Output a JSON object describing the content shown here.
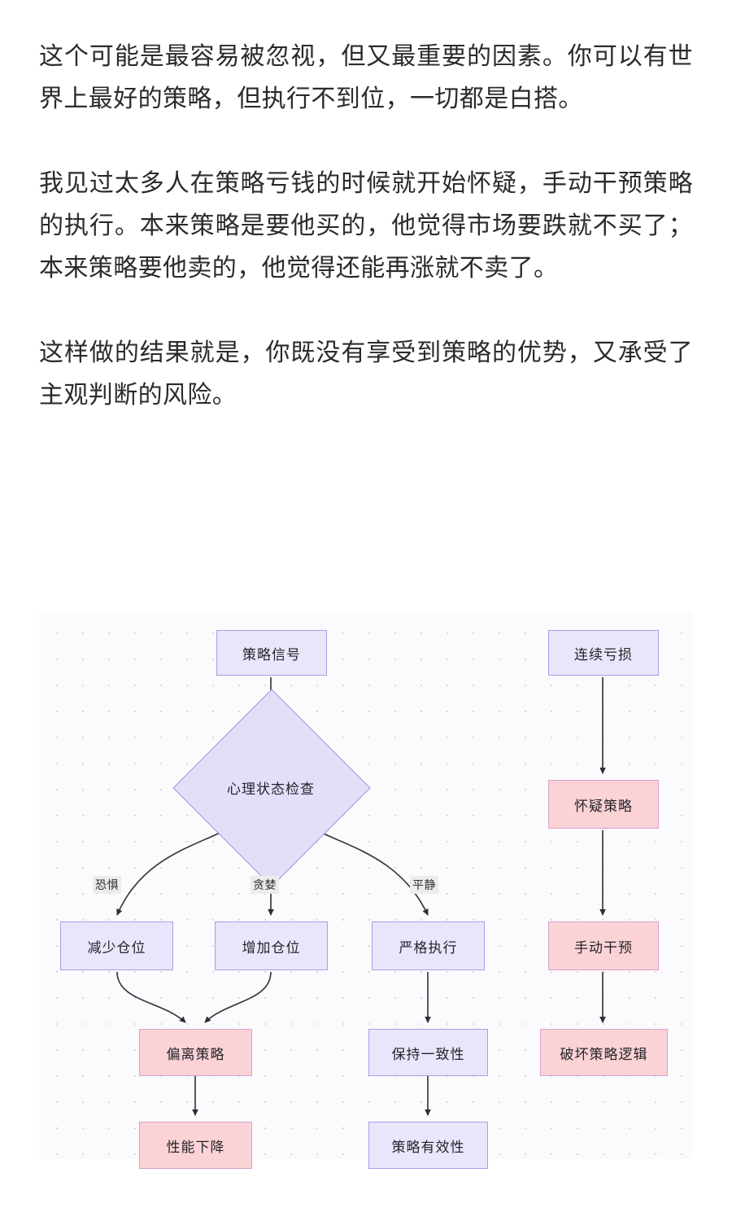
{
  "article": {
    "paragraphs": [
      "这个可能是最容易被忽视，但又最重要的因素。你可以有世界上最好的策略，但执行不到位，一切都是白搭。",
      "我见过太多人在策略亏钱的时候就开始怀疑，手动干预策略的执行。本来策略是要他买的，他觉得市场要跌就不买了；本来策略要他卖的，他觉得还能再涨就不卖了。",
      "这样做的结果就是，你既没有享受到策略的优势，又承受了主观判断的风险。"
    ]
  },
  "diagram": {
    "type": "flowchart",
    "colors": {
      "purple_fill": "#e8e6fb",
      "purple_border": "#a79ee8",
      "pink_fill": "#fbd3d6",
      "pink_border": "#d9a0cd",
      "edge_stroke": "#3a3a40",
      "canvas_bg": "#fbfbfd",
      "dot_color": "#d8d8e2"
    },
    "nodes": [
      {
        "id": "signal",
        "label": "策略信号",
        "shape": "rect",
        "style": "purple"
      },
      {
        "id": "psych_check",
        "label": "心理状态检查",
        "shape": "diamond",
        "style": "purple"
      },
      {
        "id": "reduce",
        "label": "减少仓位",
        "shape": "rect",
        "style": "purple"
      },
      {
        "id": "increase",
        "label": "增加仓位",
        "shape": "rect",
        "style": "purple"
      },
      {
        "id": "strict",
        "label": "严格执行",
        "shape": "rect",
        "style": "purple"
      },
      {
        "id": "deviate",
        "label": "偏离策略",
        "shape": "rect",
        "style": "pink"
      },
      {
        "id": "consistent",
        "label": "保持一致性",
        "shape": "rect",
        "style": "purple"
      },
      {
        "id": "perf_drop",
        "label": "性能下降",
        "shape": "rect",
        "style": "pink"
      },
      {
        "id": "effective",
        "label": "策略有效性",
        "shape": "rect",
        "style": "purple"
      },
      {
        "id": "losses",
        "label": "连续亏损",
        "shape": "rect",
        "style": "purple"
      },
      {
        "id": "doubt",
        "label": "怀疑策略",
        "shape": "pink",
        "style": "pink"
      },
      {
        "id": "manual",
        "label": "手动干预",
        "shape": "rect",
        "style": "pink"
      },
      {
        "id": "break_logic",
        "label": "破坏策略逻辑",
        "shape": "rect",
        "style": "pink"
      }
    ],
    "edges": [
      {
        "from": "signal",
        "to": "psych_check",
        "label": ""
      },
      {
        "from": "psych_check",
        "to": "reduce",
        "label": "恐惧"
      },
      {
        "from": "psych_check",
        "to": "increase",
        "label": "贪婪"
      },
      {
        "from": "psych_check",
        "to": "strict",
        "label": "平静"
      },
      {
        "from": "reduce",
        "to": "deviate",
        "label": ""
      },
      {
        "from": "increase",
        "to": "deviate",
        "label": ""
      },
      {
        "from": "strict",
        "to": "consistent",
        "label": ""
      },
      {
        "from": "deviate",
        "to": "perf_drop",
        "label": ""
      },
      {
        "from": "consistent",
        "to": "effective",
        "label": ""
      },
      {
        "from": "losses",
        "to": "doubt",
        "label": ""
      },
      {
        "from": "doubt",
        "to": "manual",
        "label": ""
      },
      {
        "from": "manual",
        "to": "break_logic",
        "label": ""
      }
    ],
    "edge_labels": {
      "fear": "恐惧",
      "greed": "贪婪",
      "calm": "平静"
    }
  }
}
